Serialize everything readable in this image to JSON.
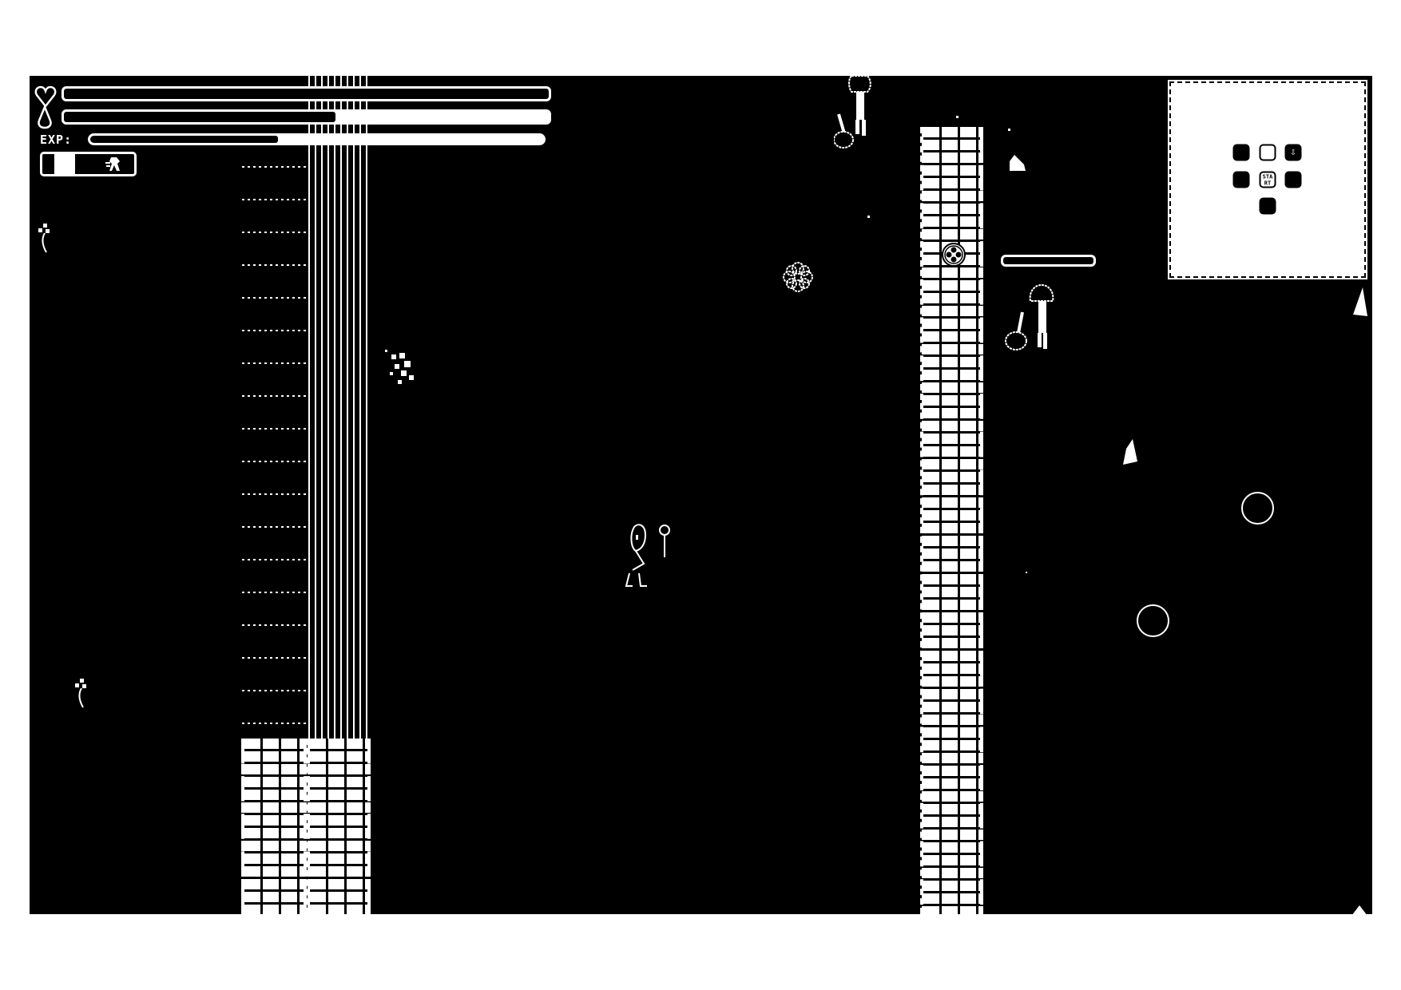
{
  "hud": {
    "health": {
      "icon": "heart-icon",
      "dark_fraction": 1.0
    },
    "mana": {
      "icon": "droplet-icon",
      "dark_fraction": 0.56
    },
    "exp": {
      "label": "EXP:",
      "dark_fraction": 0.415
    },
    "item_slot": {
      "icon": "dash-skill-icon"
    }
  },
  "minimap": {
    "start_label": "START",
    "rooms": [
      {
        "col": 0,
        "row": 0,
        "type": "unexplored"
      },
      {
        "col": 1,
        "row": 0,
        "type": "current"
      },
      {
        "col": 2,
        "row": 0,
        "type": "exit",
        "icon": "down-arrow-icon",
        "glyph": "⇩"
      },
      {
        "col": 0,
        "row": 1,
        "type": "unexplored"
      },
      {
        "col": 1,
        "row": 1,
        "type": "start"
      },
      {
        "col": 2,
        "row": 1,
        "type": "unexplored"
      },
      {
        "col": 1,
        "row": 2,
        "type": "unexplored"
      }
    ]
  },
  "enemy_health": {
    "dark_fraction": 1.0
  },
  "colors": {
    "background": "#000000",
    "foreground": "#ffffff"
  }
}
